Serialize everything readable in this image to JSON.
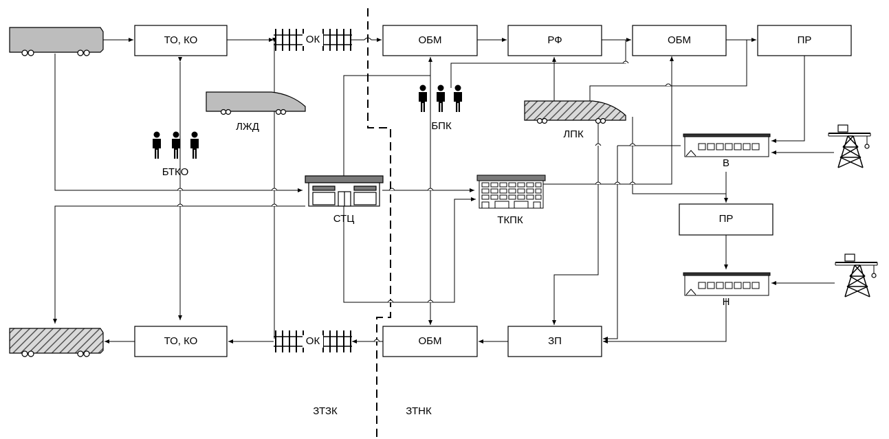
{
  "boxes": {
    "to_ko_top": "ТО, КО",
    "obm_top": "ОБМ",
    "rf": "РФ",
    "obm_top2": "ОБМ",
    "pr_top": "ПР",
    "pr_mid": "ПР",
    "to_ko_bottom": "ТО, КО",
    "obm_bottom": "ОБМ",
    "zp": "ЗП"
  },
  "labels": {
    "ok_top": "ОК",
    "ok_bottom": "ОК",
    "ljd": "ЛЖД",
    "btko": "БТКО",
    "bpk": "БПК",
    "lpk": "ЛПК",
    "stc": "СТЦ",
    "tkpk": "ТКПК",
    "v": "В",
    "n": "Н",
    "ztzk": "ЗТЗК",
    "ztnk": "ЗТНК"
  },
  "colors": {
    "line": "#000000",
    "train_fill": "#bdbdbd",
    "hatch_bg": "#d9d9d9",
    "building_roof": "#7a7a7a"
  }
}
